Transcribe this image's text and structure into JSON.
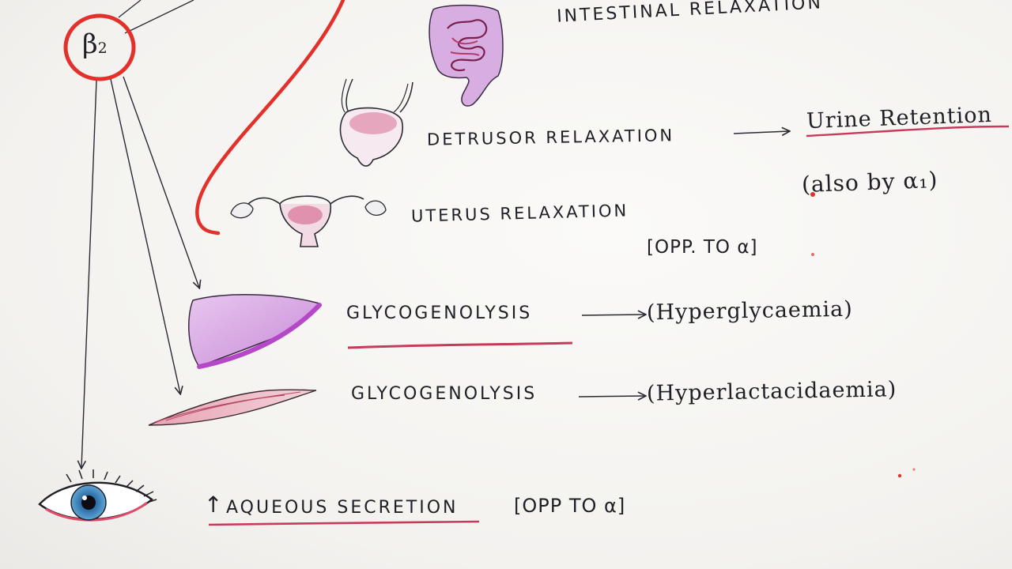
{
  "receptor": {
    "label": "β",
    "subscript": "2"
  },
  "effects": {
    "intestinal": "INTESTINAL RELAXATION",
    "detrusor": "DETRUSOR RELAXATION",
    "urine": "Urine Retention",
    "also_by": "(also by α₁)",
    "uterus": "UTERUS RELAXATION",
    "uterus_note": "[OPP. TO α]",
    "liver_glyco": "GLYCOGENOLYSIS",
    "hyperglycaemia": "(Hyperglycaemia)",
    "muscle_glyco": "GLYCOGENOLYSIS",
    "hyperlactacidaemia": "(Hyperlactacidaemia)",
    "aqueous_arrow": "↑",
    "aqueous": "AQUEOUS SECRETION",
    "aqueous_note": "[OPP TO α]"
  },
  "colors": {
    "red_ink": "#e3302a",
    "pink_underline": "#c83a5a",
    "organ_purple": "#c78ad6",
    "organ_pink": "#d96a8e",
    "ink": "#1f1f26"
  },
  "icons": [
    "intestine-icon",
    "bladder-icon",
    "uterus-icon",
    "liver-icon",
    "muscle-icon",
    "eye-icon"
  ]
}
